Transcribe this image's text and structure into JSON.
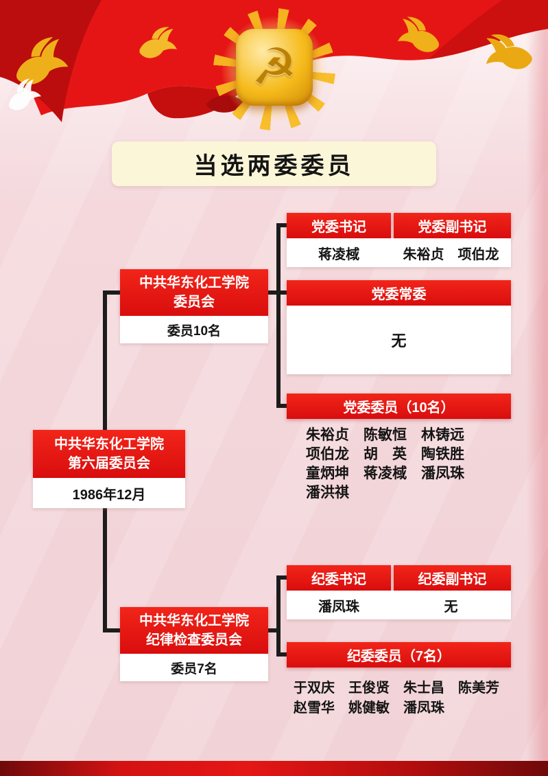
{
  "theme": {
    "primary_red": "#e01111",
    "background_pink": "#f3d4d8",
    "title_cream": "#fcf6d8",
    "gold": "#f2b11d",
    "connector_black": "#1c1c1c"
  },
  "page": {
    "title": "当选两委委员"
  },
  "root": {
    "name_line1": "中共华东化工学院",
    "name_line2": "第六届委员会",
    "date": "1986年12月"
  },
  "party_committee": {
    "name_line1": "中共华东化工学院",
    "name_line2": "委员会",
    "member_count": "委员10名",
    "secretary_header": "党委书记",
    "secretary_value": "蒋凌棫",
    "deputy_header": "党委副书记",
    "deputy_value": "朱裕贞　项伯龙",
    "standing_header": "党委常委",
    "standing_value": "无",
    "members_header": "党委委员（10名）",
    "members_lines": [
      "朱裕贞　陈敏恒　林铸远",
      "项伯龙　胡　英　陶铁胜",
      "童炳坤　蒋凌棫　潘凤珠",
      "潘洪祺"
    ]
  },
  "discipline_committee": {
    "name_line1": "中共华东化工学院",
    "name_line2": "纪律检查委员会",
    "member_count": "委员7名",
    "secretary_header": "纪委书记",
    "secretary_value": "潘凤珠",
    "deputy_header": "纪委副书记",
    "deputy_value": "无",
    "members_header": "纪委委员（7名）",
    "members_lines": [
      "于双庆　王俊贤　朱士昌　陈美芳",
      "赵雪华　姚健敏　潘凤珠"
    ]
  }
}
